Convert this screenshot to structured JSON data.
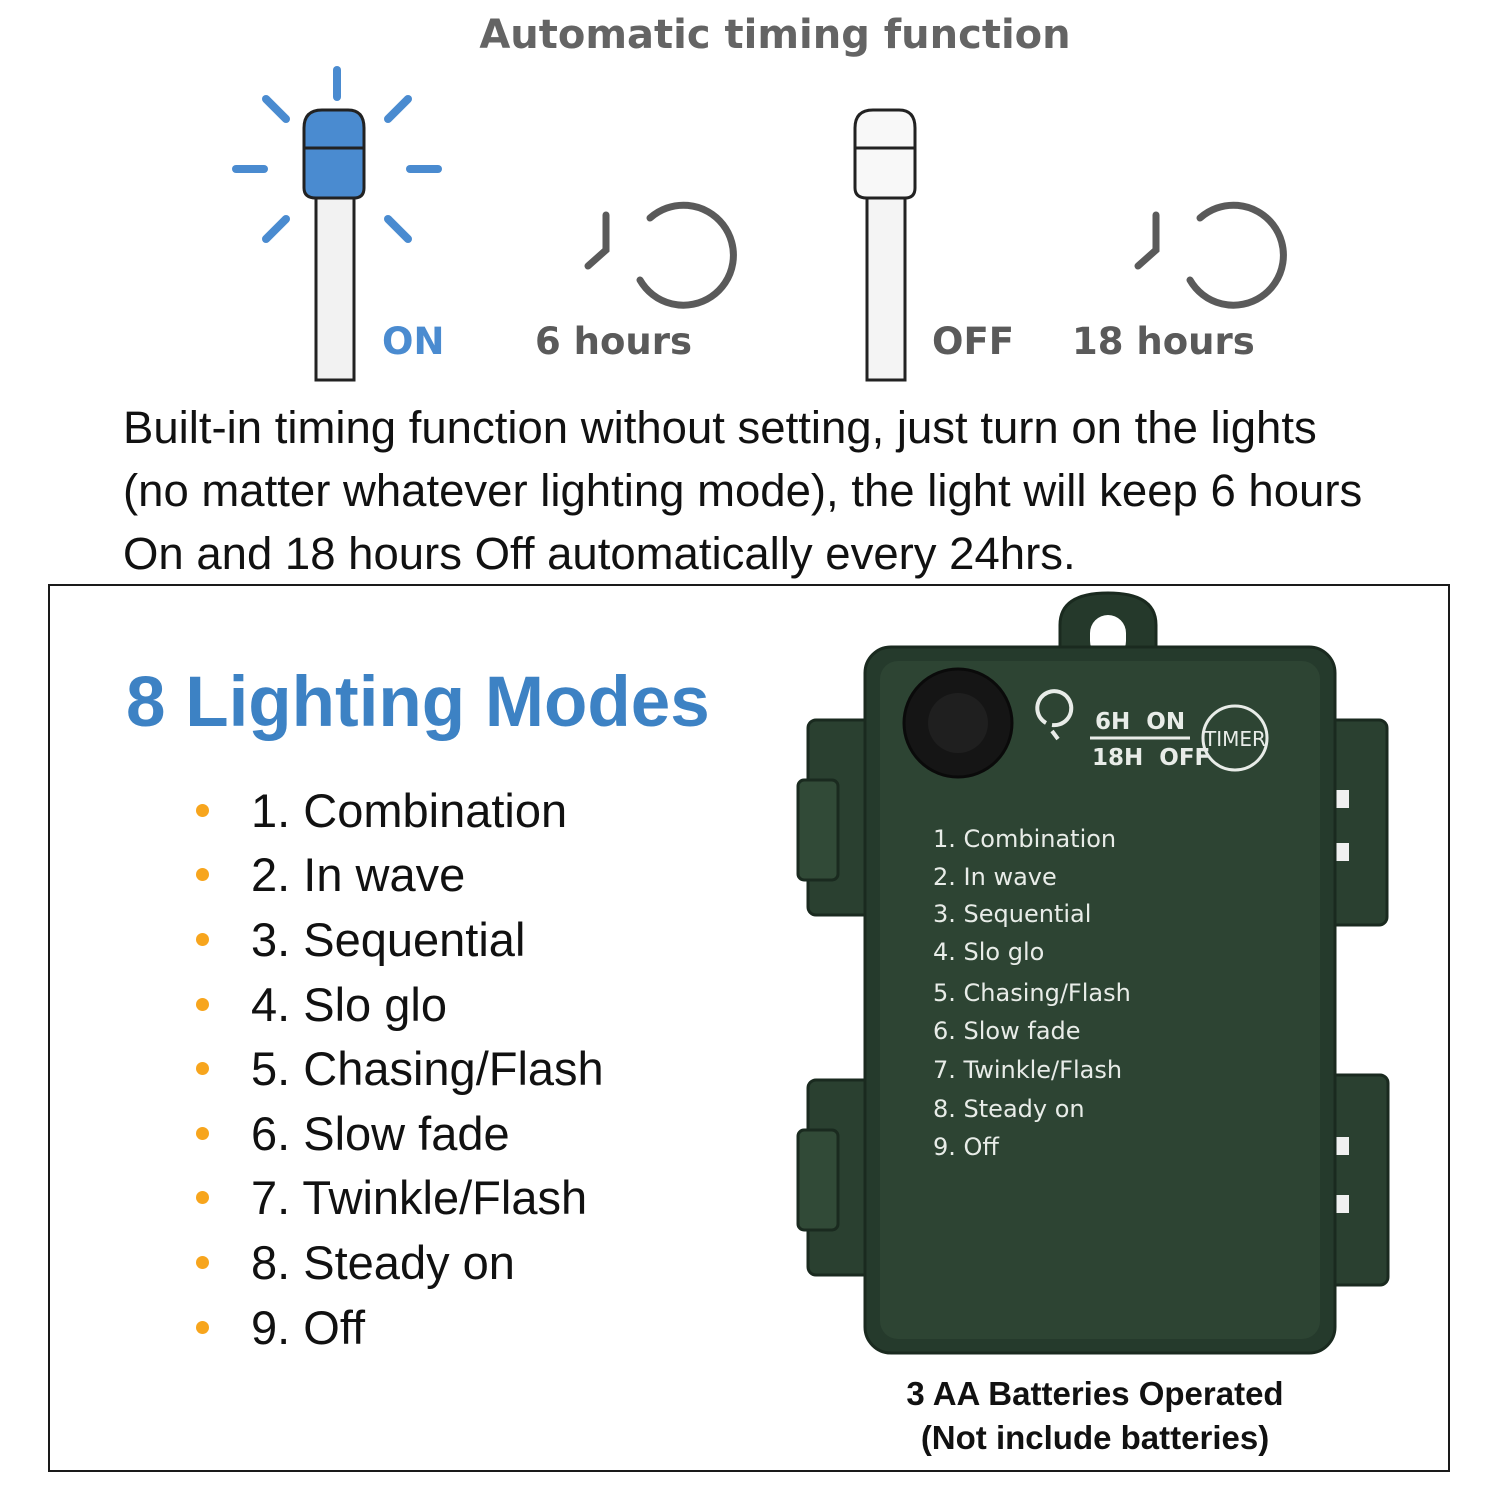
{
  "header": {
    "title": "Automatic timing function"
  },
  "timer_cycle": {
    "on_label": "ON",
    "on_duration": "6 hours",
    "off_label": "OFF",
    "off_duration": "18 hours",
    "colors": {
      "on": "#4a8bd0",
      "off_text": "#5a5a5a"
    }
  },
  "description": {
    "line1": "Built-in timing function without setting, just turn on the lights",
    "line2": "(no matter whatever lighting mode), the light will keep 6 hours",
    "line3": "On and 18 hours Off automatically every 24hrs."
  },
  "modes_section": {
    "title": "8 Lighting Modes",
    "items": [
      "1. Combination",
      "2. In wave",
      "3. Sequential",
      "4. Slo glo",
      "5. Chasing/Flash",
      "6. Slow fade",
      "7. Twinkle/Flash",
      "8. Steady on",
      "9. Off"
    ],
    "colors": {
      "title": "#3d82c4",
      "bullet": "#f7a51d"
    }
  },
  "battery_box": {
    "timer_on": "6H  ON",
    "timer_off": "18H  OFF",
    "timer_button": "TIMER",
    "modes": [
      "1. Combination",
      "2. In wave",
      "3. Sequential",
      "4. Slo glo",
      "5. Chasing/Flash",
      "6. Slow fade",
      "7. Twinkle/Flash",
      "8. Steady on",
      "9. Off"
    ],
    "color": "#2d4433"
  },
  "battery_note": {
    "line1": "3 AA Batteries Operated",
    "line2": "(Not include batteries)"
  }
}
